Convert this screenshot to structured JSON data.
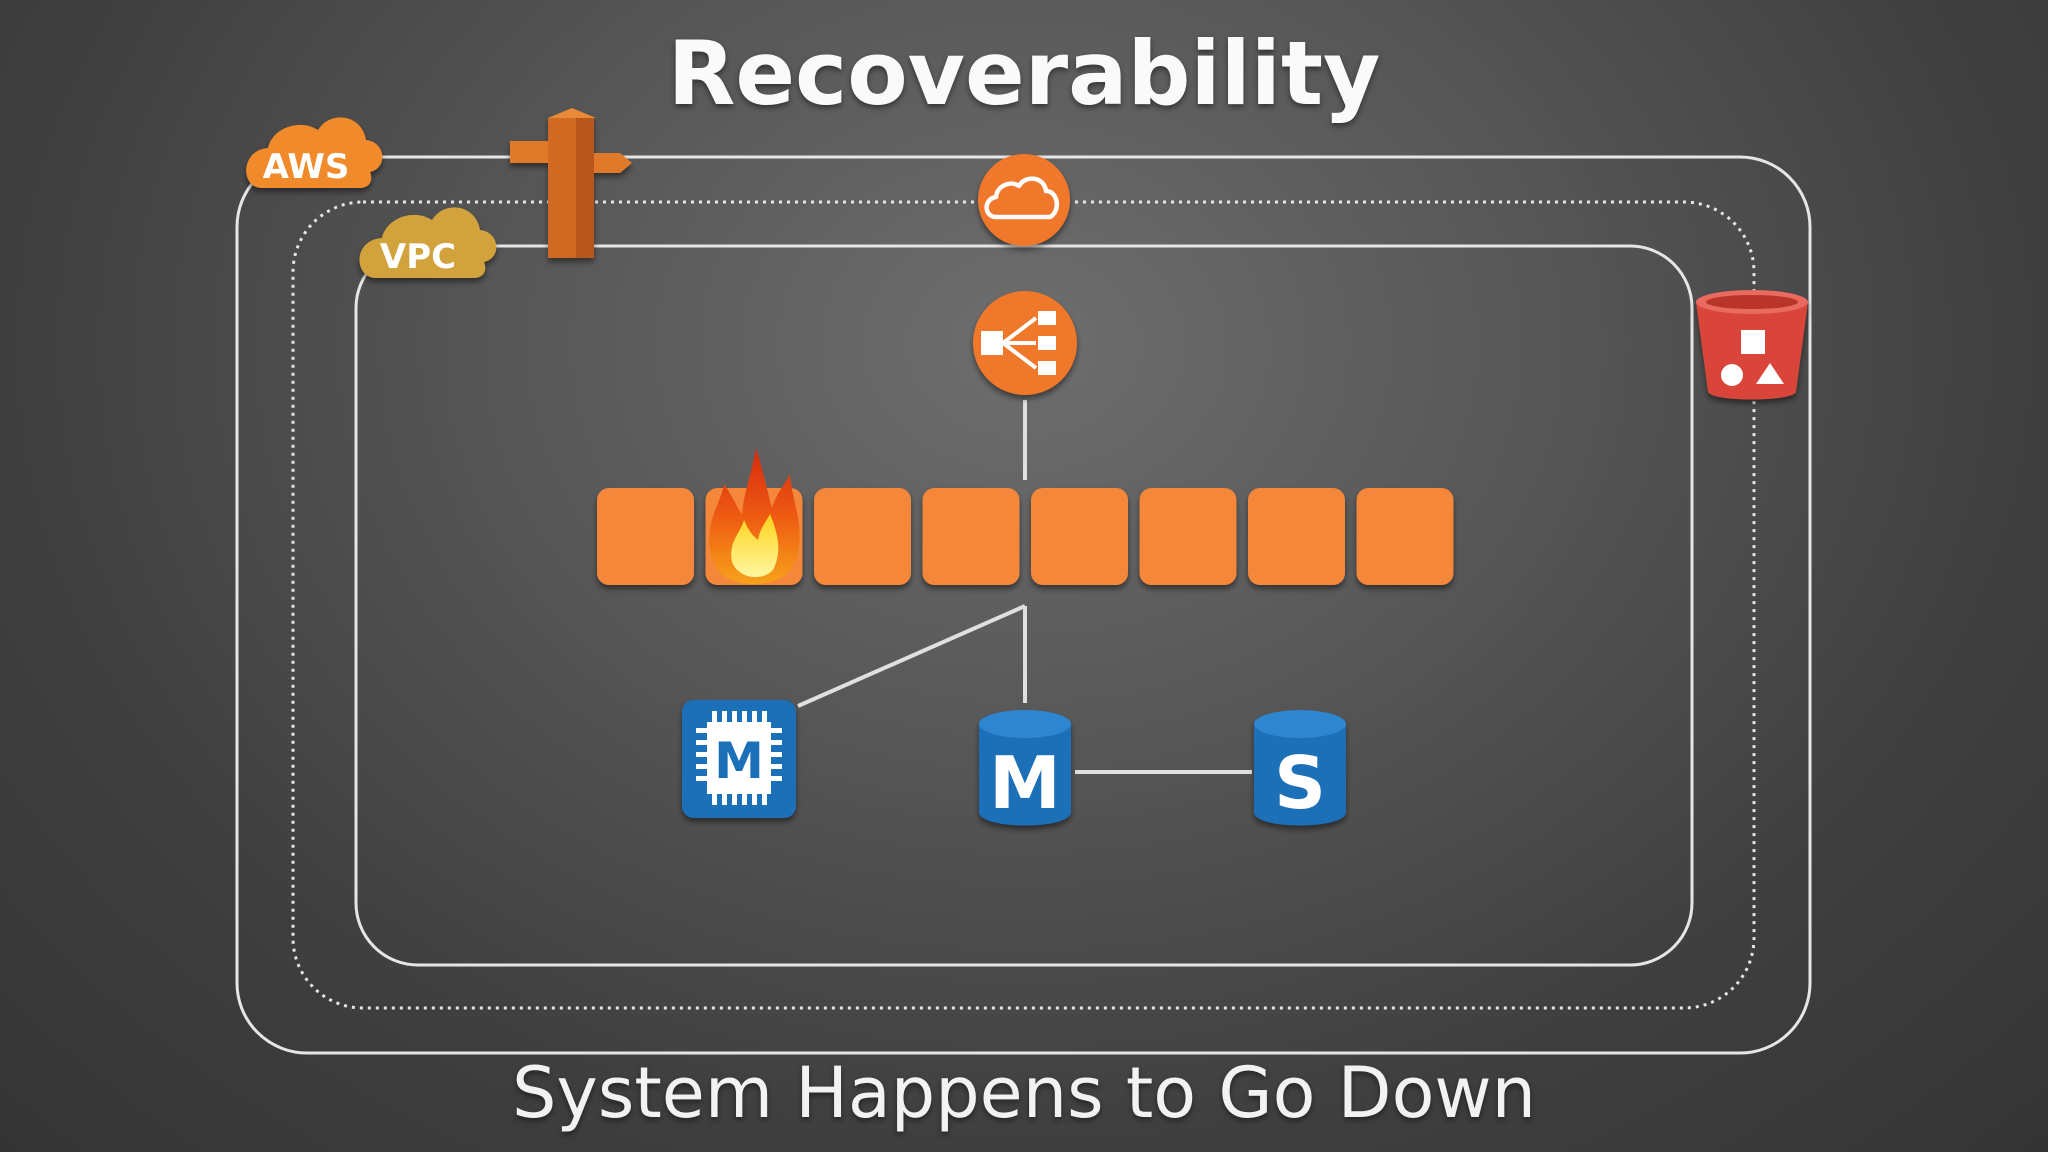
{
  "slide": {
    "title": "Recoverability",
    "subtitle": "System Happens to Go Down"
  },
  "diagram": {
    "aws_badge": "AWS",
    "vpc_badge": "VPC",
    "cache_label": "M",
    "db_master_label": "M",
    "db_slave_label": "S",
    "instance_count": 8,
    "failed_instance_index": 1,
    "icons": {
      "aws": "aws-cloud-badge-icon",
      "vpc": "vpc-cloud-badge-icon",
      "route53": "route53-signpost-icon",
      "cloudfront": "cloud-icon",
      "load_balancer": "load-balancer-icon",
      "s3": "s3-bucket-icon",
      "fire": "fire-icon",
      "cache": "cache-chip-icon",
      "db_master": "database-master-icon",
      "db_slave": "database-slave-icon"
    },
    "colors": {
      "orange": "#f5873a",
      "aws_orange": "#f08a2c",
      "vpc_gold": "#d2a23c",
      "blue": "#1f6fb8",
      "red": "#d9453b",
      "line": "#e6e6e6"
    }
  }
}
